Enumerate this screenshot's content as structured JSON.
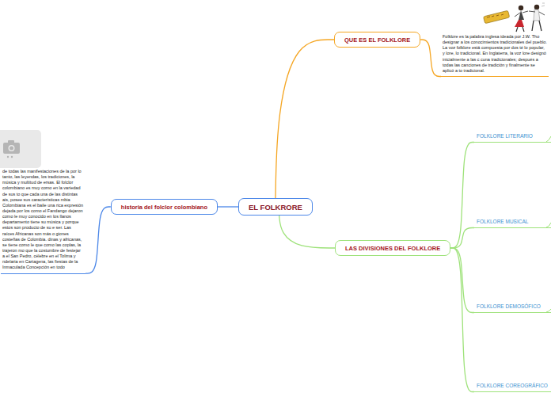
{
  "diagram": {
    "nodes": [
      {
        "text": [
          "EL FOLKRORE"
        ]
      },
      {
        "text": [
          "QUE ES EL FOLKLORE"
        ]
      },
      {
        "text": [
          "Folklore es la palabra inglesa ideada por J.W. Tho designar a los conocimientos tradicionales del pueblo. La voz folklore está compuesta por dos té lo popular, y lore, lo tradicional. En Inglaterra, la voz lore designó inicialmente a las c cuna tradicionales; después a todas las canciones de tradición y finalmente se aplicó a to tradicional."
        ]
      },
      {
        "text": [
          "historia del folclor colombiano"
        ]
      },
      {
        "text": [
          "de todas las manifestaciones de la por lo tanto, las leyendas, los tradiciones, la música y multitud de ersas. El folclor colombiano es muy como en la variedad de sus to que cada una de las distintas ais, posee sus características mbia Colombiana es el baile una rica expresión dejada por los como el Fandango dejaron como le muy conocido en los llanos departamento tiene su música y porque estos son producto de su e ser. Las raíces Africanas son más o giones costeñas de Colombia. dinas y africanas, se tiene como le que como las coplas, la trajeron mo que la costumbre de festejar a el San Pedro, célebre en el Tolima y ndelaria en Cartagena, las fiestas de la Inmaculada Concepción en todo"
        ]
      },
      {
        "text": [
          "LAS DIVISIONES DEL FOLKLORE"
        ]
      },
      {
        "text": [
          "FOLKLORE LITERARIO"
        ]
      },
      {
        "text": [
          "FOLKLORE MUSICAL"
        ]
      },
      {
        "text": [
          "FOLKLORE DEMOSÓFICO"
        ]
      },
      {
        "text": [
          "FOLKLORE COREOGRÁFICO"
        ]
      }
    ],
    "edges": [
      {
        "from": 0,
        "to": 1,
        "arrow": "none"
      },
      {
        "from": 1,
        "to": 2,
        "arrow": "none"
      },
      {
        "from": 0,
        "to": 3,
        "arrow": "none"
      },
      {
        "from": 3,
        "to": 4,
        "arrow": "none"
      },
      {
        "from": 0,
        "to": 5,
        "arrow": "none"
      },
      {
        "from": 5,
        "to": 6,
        "arrow": "none"
      },
      {
        "from": 5,
        "to": 7,
        "arrow": "none"
      },
      {
        "from": 5,
        "to": 8,
        "arrow": "none"
      },
      {
        "from": 5,
        "to": 9,
        "arrow": "none"
      }
    ]
  }
}
